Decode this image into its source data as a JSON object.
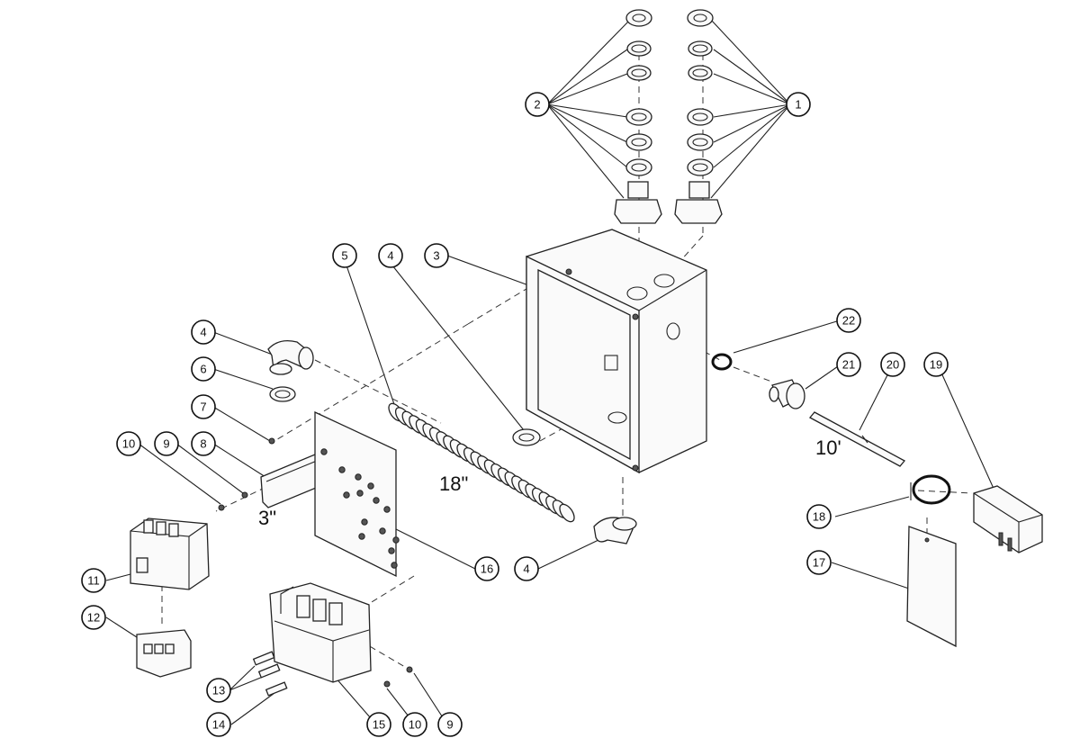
{
  "callouts": {
    "c1": "1",
    "c2": "2",
    "c3": "3",
    "c4a": "4",
    "c4b": "4",
    "c4c": "4",
    "c5": "5",
    "c6": "6",
    "c7": "7",
    "c8": "8",
    "c9a": "9",
    "c9b": "9",
    "c10a": "10",
    "c10b": "10",
    "c11": "11",
    "c12": "12",
    "c13": "13",
    "c14": "14",
    "c15": "15",
    "c16": "16",
    "c17": "17",
    "c18": "18",
    "c19": "19",
    "c20": "20",
    "c21": "21",
    "c22": "22"
  },
  "dimensions": {
    "hose_length": "18\"",
    "rail_length": "3\"",
    "cable_length": "10'"
  }
}
